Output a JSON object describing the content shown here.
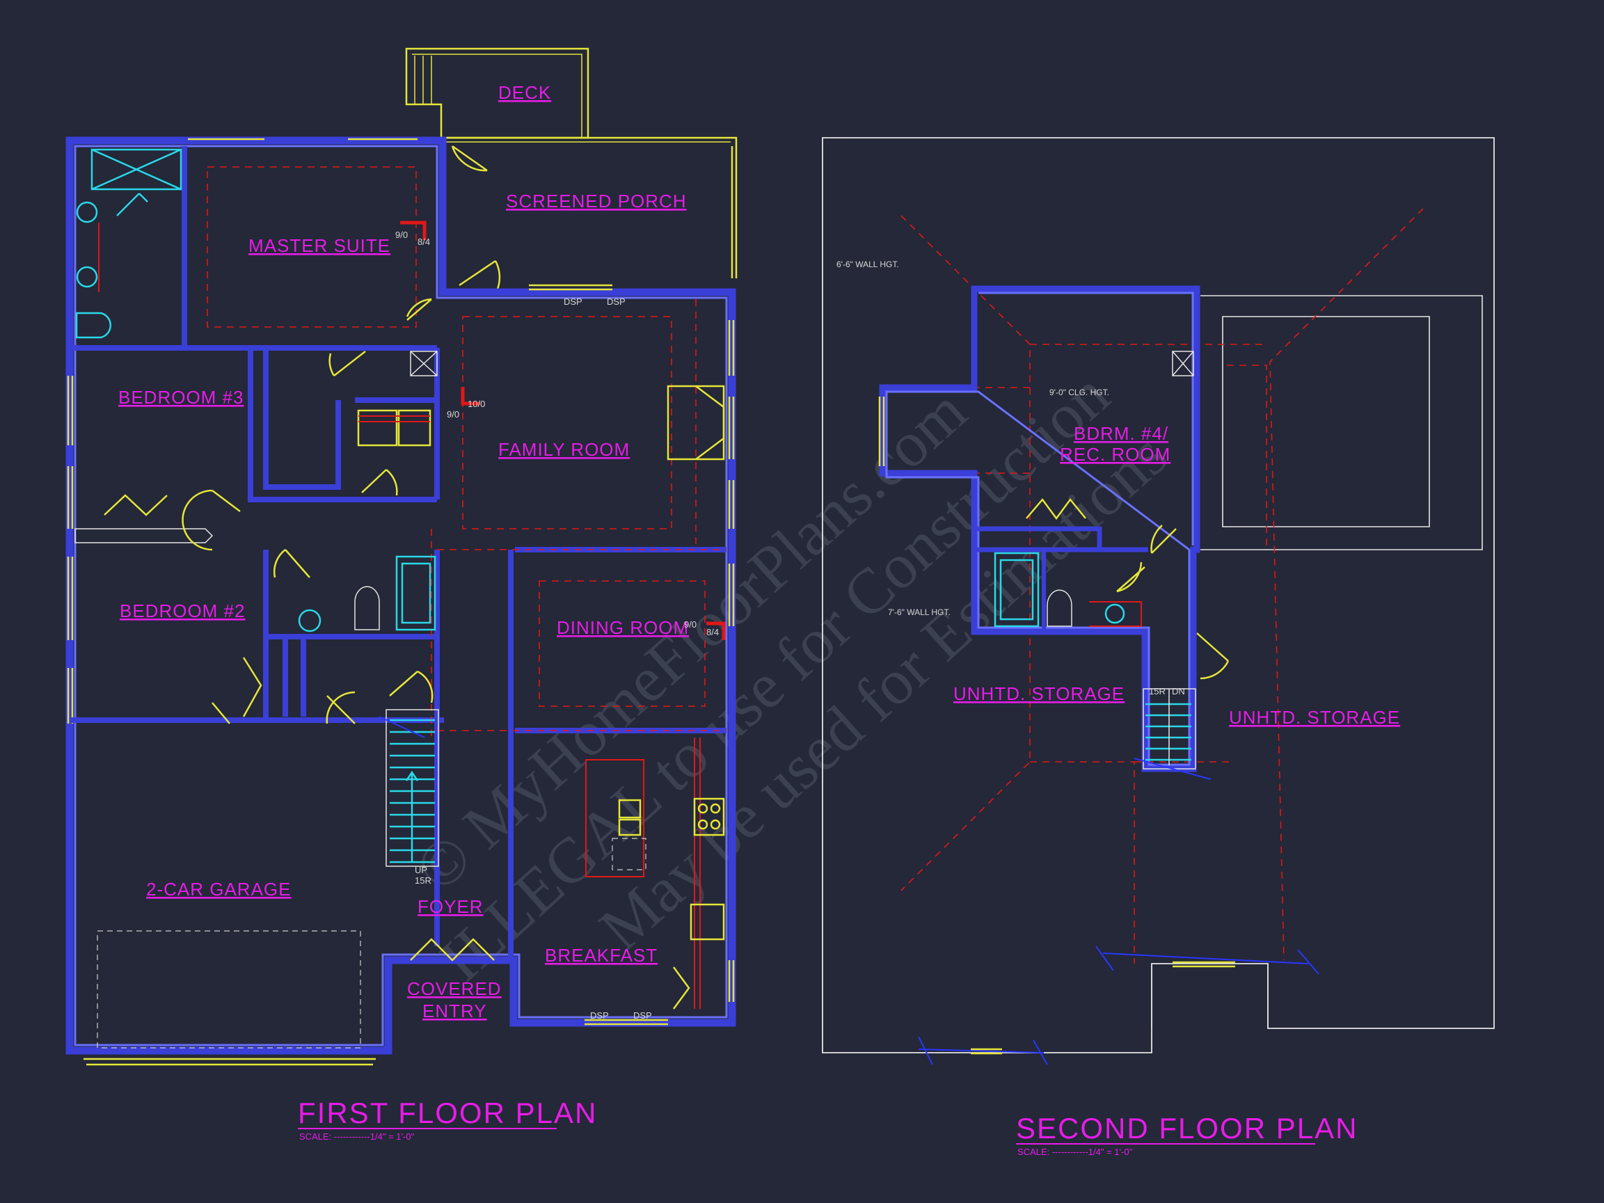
{
  "watermark": {
    "lines": [
      "© MyHomeFloorPlans.com",
      "ILLEGAL to use for Construction",
      "May be used for Estimations"
    ]
  },
  "first_floor": {
    "title": "FIRST FLOOR PLAN",
    "scale": "SCALE: ------------1/4\" = 1'-0\"",
    "rooms": {
      "deck": "DECK",
      "screened_porch": "SCREENED PORCH",
      "master_suite": "MASTER SUITE",
      "family_room": "FAMILY ROOM",
      "bedroom3": "BEDROOM #3",
      "bedroom2": "BEDROOM #2",
      "dining_room": "DINING ROOM",
      "garage": "2-CAR GARAGE",
      "foyer": "FOYER",
      "breakfast": "BREAKFAST",
      "covered_entry_1": "COVERED",
      "covered_entry_2": "ENTRY"
    },
    "labels": {
      "dsp1": "DSP",
      "dsp2": "DSP",
      "dsp3": "DSP",
      "dsp4": "DSP",
      "door_master_a": "9/0",
      "door_master_b": "8/4",
      "door_family_a": "10/0",
      "door_family_b": "9/0",
      "door_dining_a": "9/0",
      "door_dining_b": "8/4",
      "stair_up": "UP",
      "stair_br": "15R"
    }
  },
  "second_floor": {
    "title": "SECOND FLOOR PLAN",
    "scale": "SCALE: ------------1/4\" = 1'-0\"",
    "rooms": {
      "bdrm4_1": "BDRM. #4/",
      "bdrm4_2": "REC. ROOM",
      "storage_left": "UNHTD. STORAGE",
      "storage_right": "UNHTD. STORAGE"
    },
    "labels": {
      "wall_hgt_1": "6'-6\" WALL HGT.",
      "clg_hgt": "9'-0\" CLG. HGT.",
      "wall_hgt_2": "7'-6\" WALL HGT.",
      "stair_br": "15R",
      "stair_dn": "DN"
    }
  },
  "colors": {
    "background": "#242838",
    "label": "#e81ce8",
    "wall": "#3a3fd8",
    "fixture": "#e6e63a",
    "dashed": "#e01818",
    "plumbing": "#2ad8e8"
  }
}
